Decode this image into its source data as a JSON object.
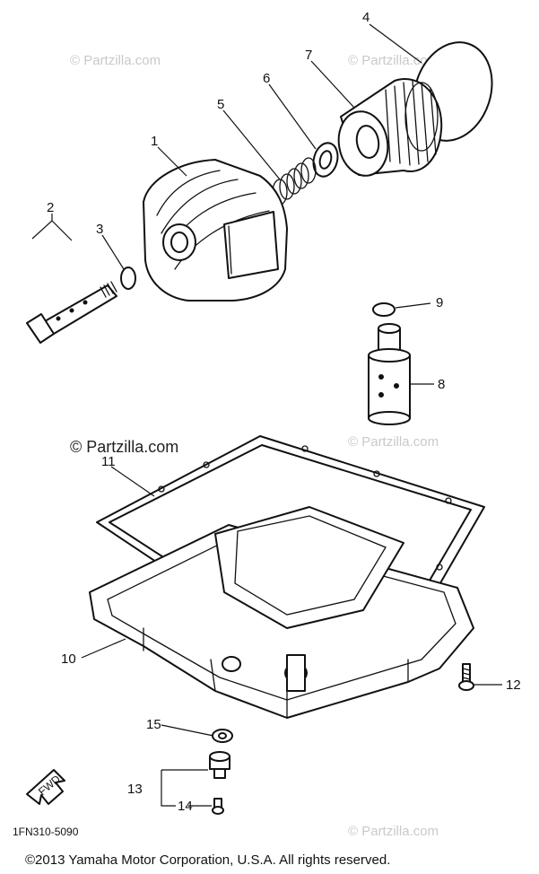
{
  "callouts": {
    "c1": "1",
    "c2": "2",
    "c3": "3",
    "c4": "4",
    "c5": "5",
    "c6": "6",
    "c7": "7",
    "c8": "8",
    "c9": "9",
    "c10": "10",
    "c11": "11",
    "c12": "12",
    "c13": "13",
    "c14": "14",
    "c15": "15"
  },
  "watermarks": {
    "wm1": "© Partzilla.com",
    "wm2": "© Partzilla.com",
    "wm_center": "© Partzilla.com",
    "wm3": "© Partzilla.com",
    "wm4": "© Partzilla.com"
  },
  "arrow_label": "FWD",
  "diagram_code": "1FN310-5090",
  "copyright": "©2013 Yamaha Motor Corporation, U.S.A. All rights reserved."
}
